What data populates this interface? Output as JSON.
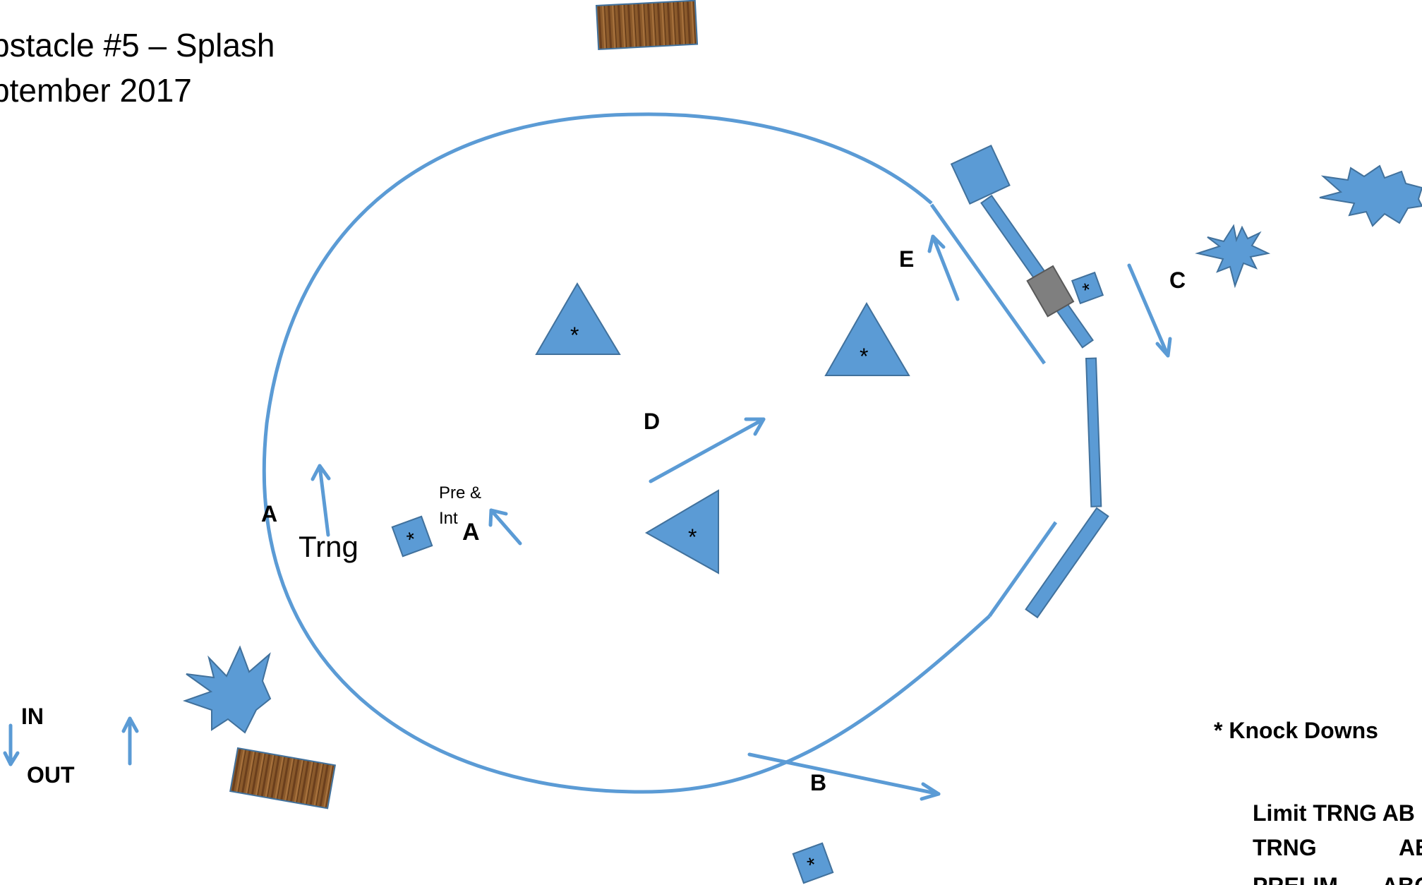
{
  "title": {
    "line1": "bstacle #5 – Splash",
    "line2": "ptember 2017"
  },
  "labels": {
    "a_left": "A",
    "trng": "Trng",
    "pre_int_line1": "Pre &",
    "pre_int_line2": "Int",
    "a_inner": "A",
    "d": "D",
    "e": "E",
    "c": "C",
    "b": "B",
    "in": "IN",
    "out": "OUT"
  },
  "knockdown_mark": "*",
  "legend": {
    "knock_downs": "* Knock Downs"
  },
  "class_table": {
    "row1": "Limit TRNG AB",
    "row2_a": "TRNG",
    "row2_b": "AB",
    "row3_a": "PRELIM",
    "row3_b": "ABC"
  },
  "colors": {
    "obstacle_blue": "#5b9bd5",
    "outline_blue": "#41719c",
    "wood": "#8b5a2b",
    "gray_block": "#7f7f7f"
  },
  "icons": [
    "starburst",
    "triangle",
    "square-knockdown",
    "wood-panel",
    "arrow"
  ]
}
